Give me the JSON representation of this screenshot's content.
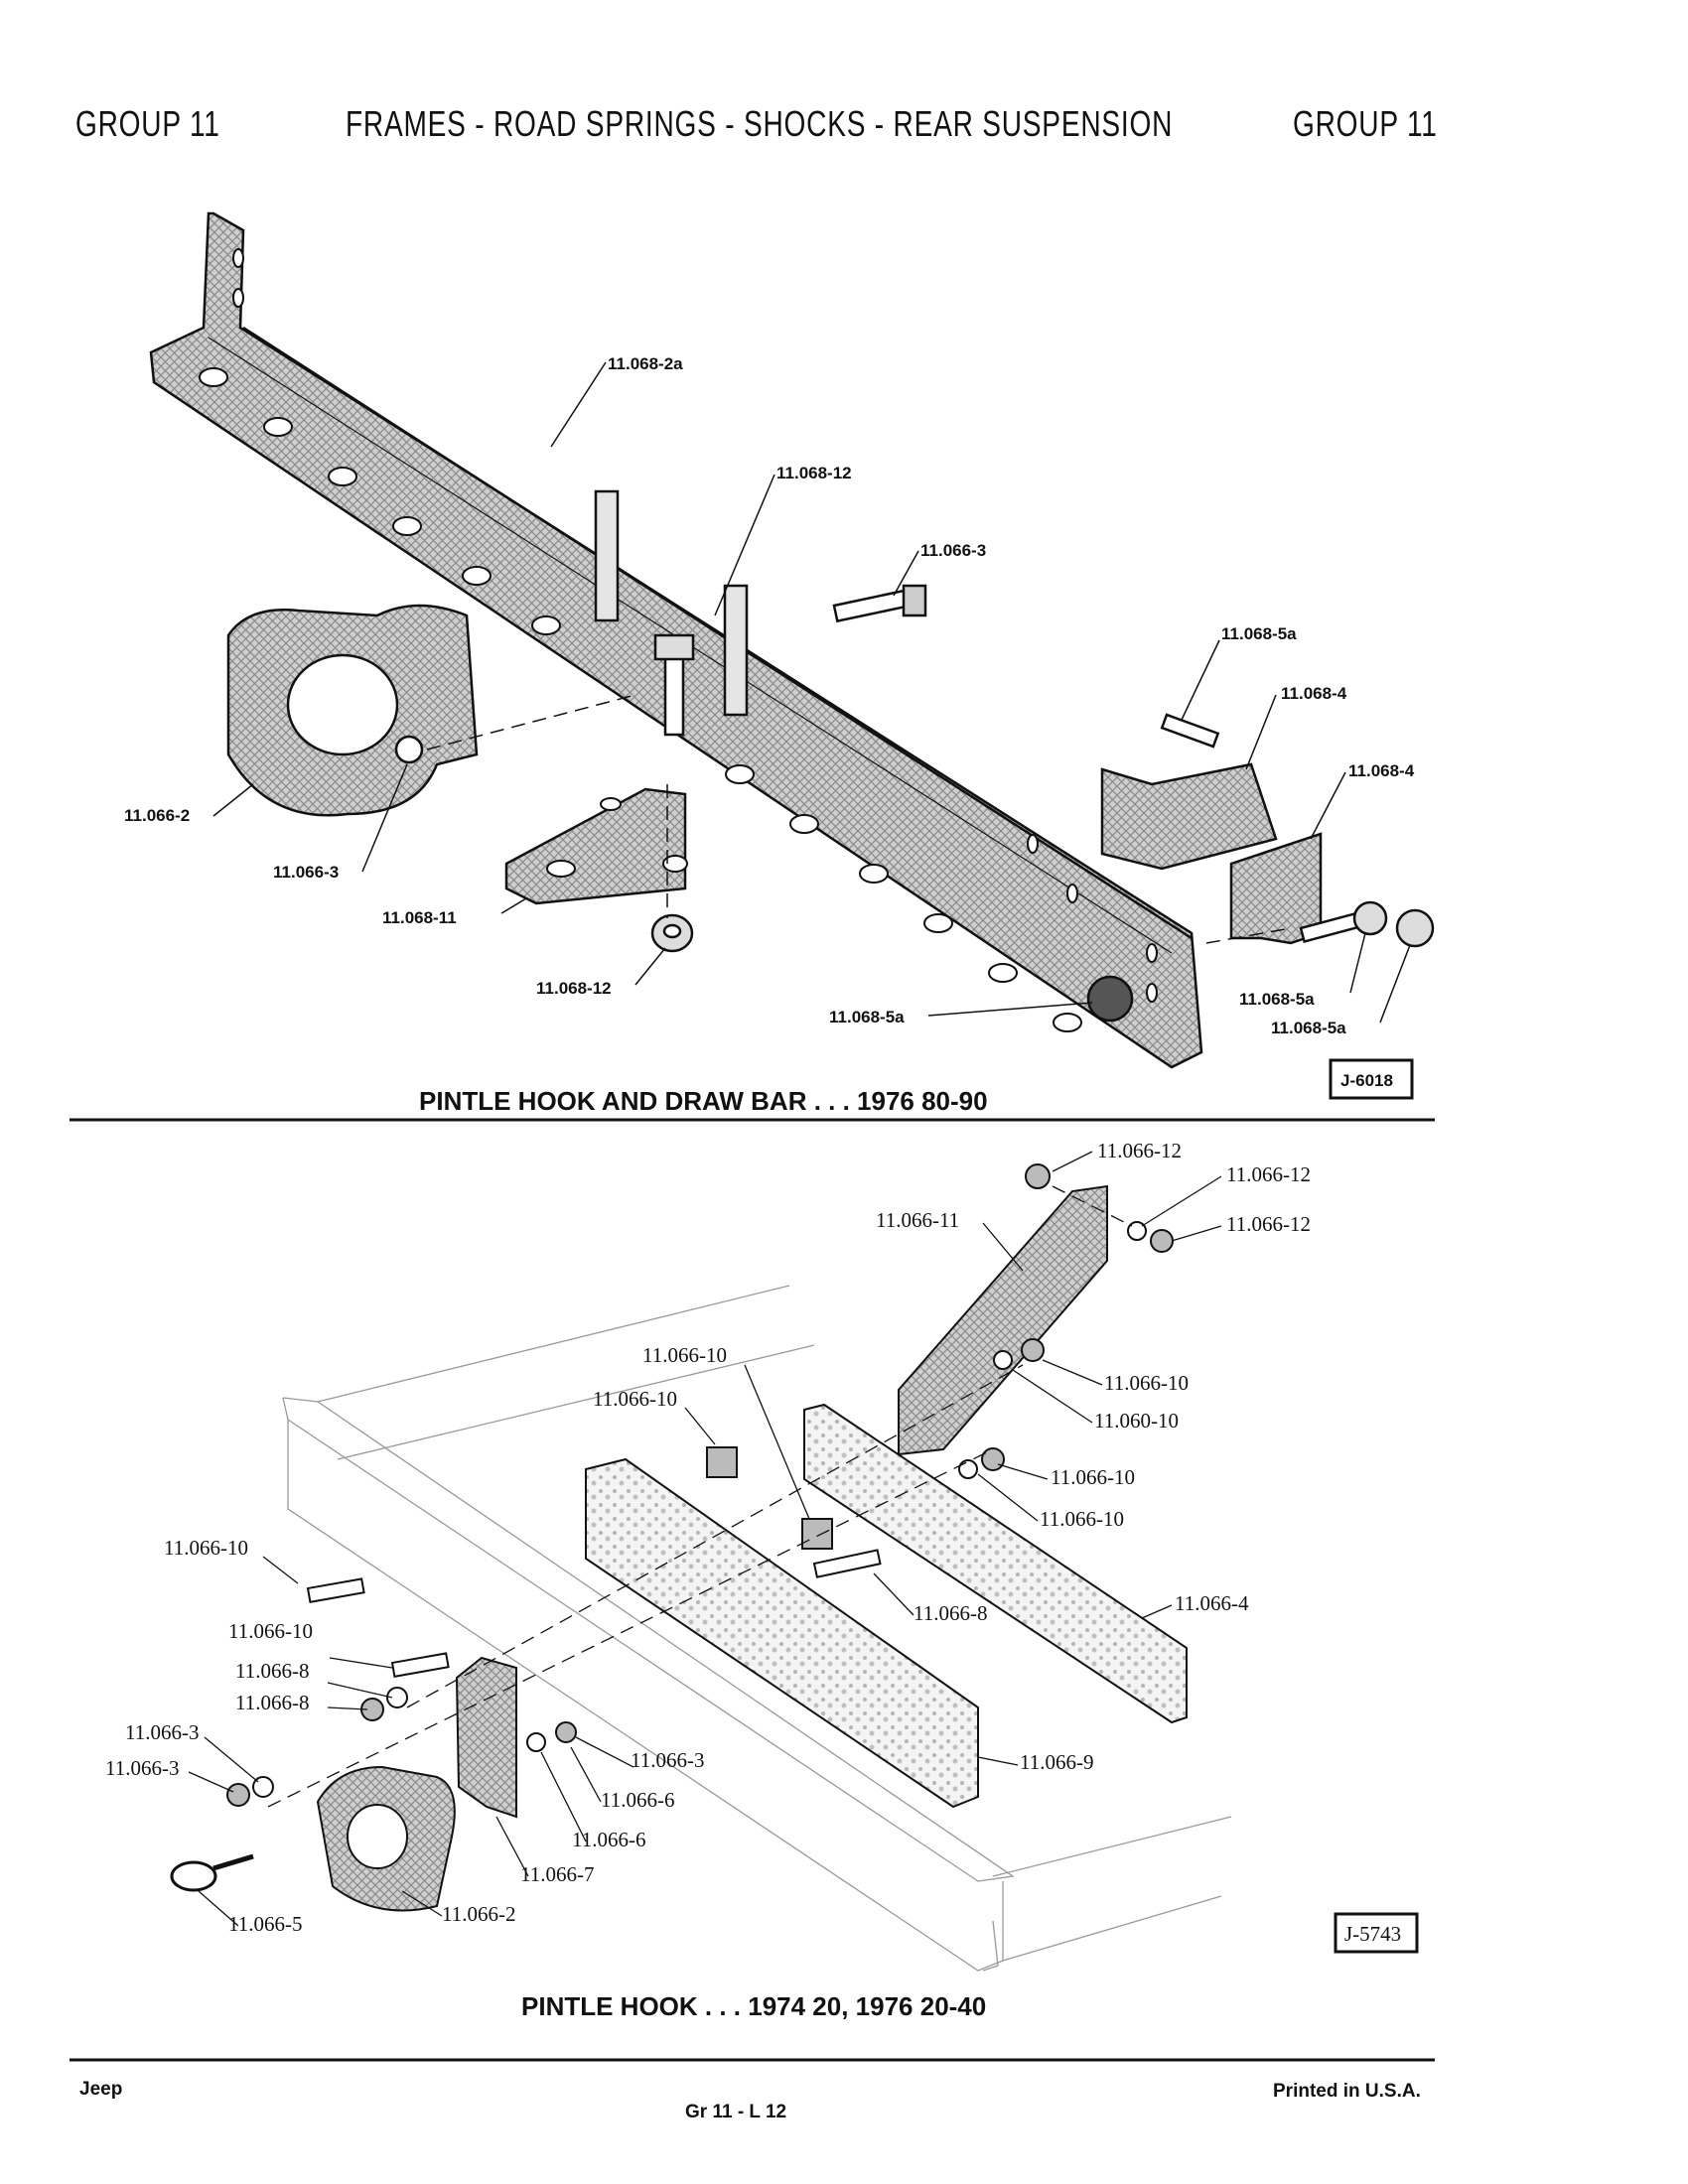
{
  "header": {
    "left": "GROUP 11",
    "center": "FRAMES - ROAD SPRINGS - SHOCKS - REAR SUSPENSION",
    "right": "GROUP 11"
  },
  "top_diagram": {
    "caption": "PINTLE HOOK AND DRAW BAR . . . 1976 80-90",
    "figure_id": "J-6018",
    "labels": [
      "11.068-2a",
      "11.068-12",
      "11.066-3",
      "11.068-5a",
      "11.068-4",
      "11.068-4",
      "11.066-2",
      "11.066-3",
      "11.068-11",
      "11.068-12",
      "11.068-5a",
      "11.068-5a",
      "11.068-5a"
    ]
  },
  "bottom_diagram": {
    "caption": "PINTLE HOOK . . . 1974 20, 1976 20-40",
    "figure_id": "J-5743",
    "labels": [
      "11.066-12",
      "11.066-12",
      "11.066-12",
      "11.066-11",
      "11.066-10",
      "11.066-10",
      "11.060-10",
      "11.066-10",
      "11.066-10",
      "11.066-10",
      "11.066-10",
      "11.066-10",
      "11.066-8",
      "11.066-4",
      "11.066-8",
      "11.066-8",
      "11.066-3",
      "11.066-3",
      "11.066-3",
      "11.066-6",
      "11.066-6",
      "11.066-9",
      "11.066-7",
      "11.066-2",
      "11.066-5"
    ]
  },
  "footer": {
    "left": "Jeep",
    "center": "Gr 11 - L 12",
    "right": "Printed in U.S.A."
  }
}
